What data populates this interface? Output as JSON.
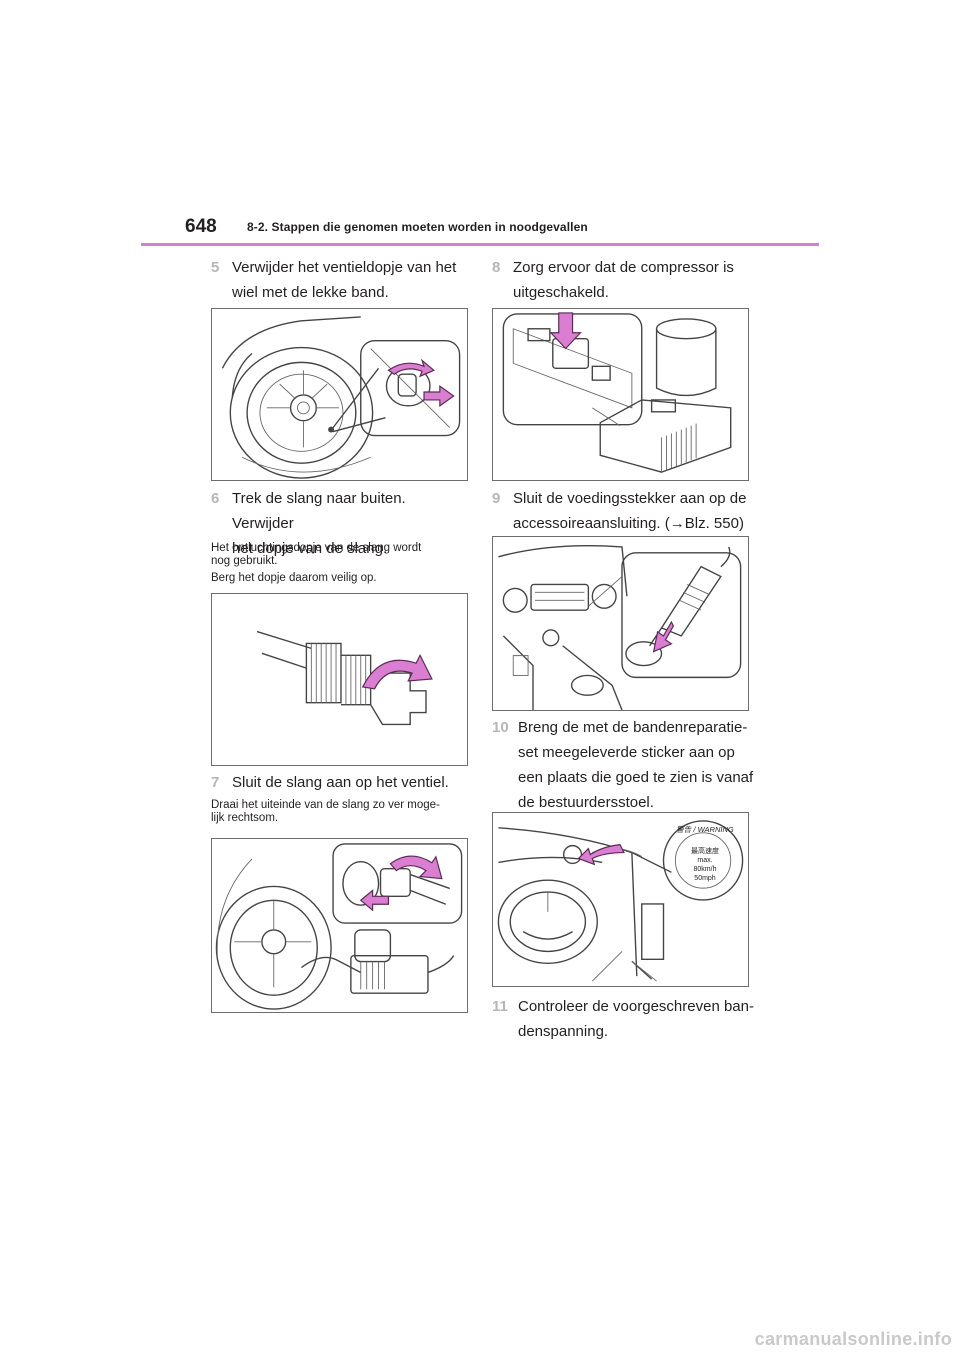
{
  "header": {
    "page_number": "648",
    "section_title": "8-2. Stappen die genomen moeten worden in noodgevallen",
    "accent_color": "#d97ed0"
  },
  "steps": [
    {
      "number": "5",
      "text": "Verwijder het ventieldopje van het\nwiel met de lekke band."
    },
    {
      "number": "6",
      "text": "Trek de slang naar buiten. Verwijder\nhet dopje van de slang."
    },
    {
      "number": "7",
      "text": "Sluit de slang aan op het ventiel."
    },
    {
      "number": "8",
      "text": "Zorg ervoor dat de compressor is\nuitgeschakeld."
    },
    {
      "number": "9",
      "text": "Sluit de voedingsstekker aan op de\naccessoireaansluiting. (→Blz. 550)"
    },
    {
      "number": "10",
      "text": "Breng de met de bandenreparatie-\nset meegeleverde sticker aan op\neen plaats die goed te zien is vanaf\nde bestuurdersstoel."
    },
    {
      "number": "11",
      "text": "Controleer de voorgeschreven ban-\ndenspanning."
    }
  ],
  "notes": {
    "step6_note1": "Het ontluchtingsdopje van de slang wordt\nnog gebruikt.",
    "step6_note2": "Berg het dopje daarom veilig op.",
    "step7_note": "Draai het uiteinde van de slang zo ver moge-\nlijk rechtsom."
  },
  "sticker": {
    "header_jp": "警告",
    "header_en": "WARNING",
    "line1_jp": "最高速度",
    "line2": "max.",
    "line3": "80km/h",
    "line4": "50mph"
  },
  "watermark": "carmanualsonline.info"
}
